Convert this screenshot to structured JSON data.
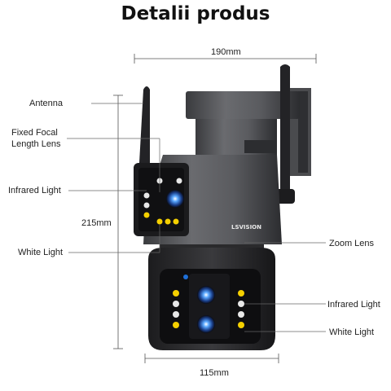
{
  "title": "Detalii produs",
  "dimensions": {
    "width_top": "190mm",
    "height": "215mm",
    "width_bottom": "115mm"
  },
  "labels": {
    "antenna": "Antenna",
    "fixed_focal_1": "Fixed Focal",
    "fixed_focal_2": "Length Lens",
    "infrared_left": "Infrared Light",
    "white_left": "White Light",
    "zoom_lens": "Zoom Lens",
    "infrared_right": "Infrared Light",
    "white_right": "White Light"
  },
  "brand": "LSVISION"
}
